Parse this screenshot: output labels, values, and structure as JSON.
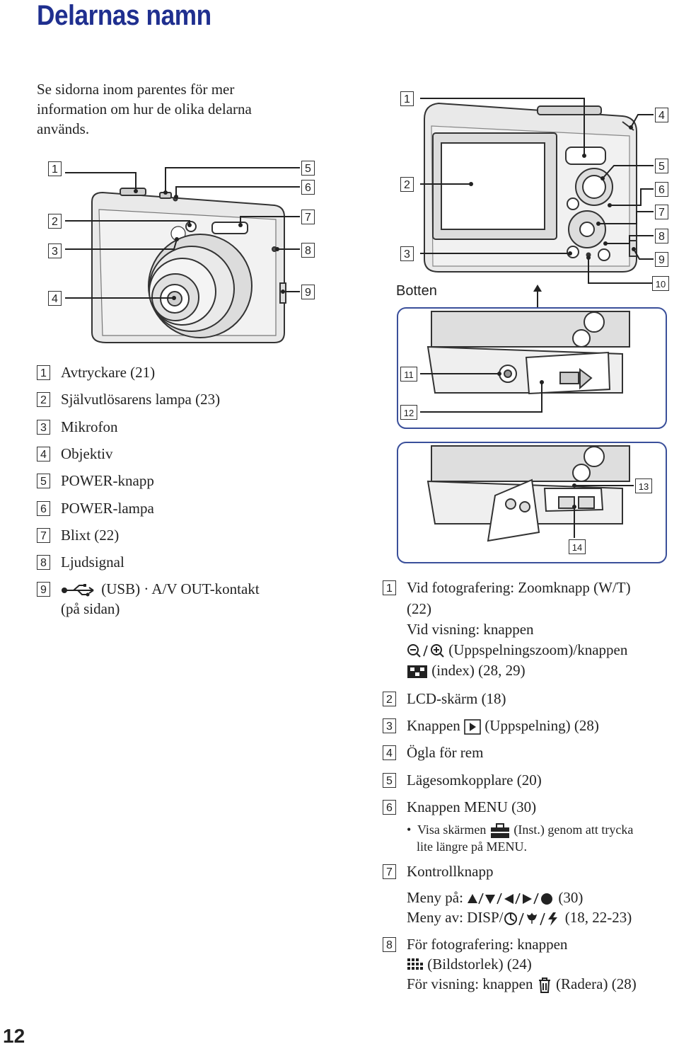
{
  "page": {
    "title": "Delarnas namn",
    "intro": "Se sidorna inom parentes för mer information om hur de olika delarna används.",
    "page_number": "12",
    "bottom_label": "Botten"
  },
  "front_callouts": [
    "1",
    "2",
    "3",
    "4",
    "5",
    "6",
    "7",
    "8",
    "9"
  ],
  "back_callouts": [
    "1",
    "2",
    "3",
    "4",
    "5",
    "6",
    "7",
    "8",
    "9",
    "10",
    "11",
    "12",
    "13",
    "14"
  ],
  "front_parts": [
    {
      "n": "1",
      "text": "Avtryckare (21)"
    },
    {
      "n": "2",
      "text": "Självutlösarens lampa (23)"
    },
    {
      "n": "3",
      "text": "Mikrofon"
    },
    {
      "n": "4",
      "text": "Objektiv"
    },
    {
      "n": "5",
      "text": "POWER-knapp"
    },
    {
      "n": "6",
      "text": "POWER-lampa"
    },
    {
      "n": "7",
      "text": "Blixt (22)"
    },
    {
      "n": "8",
      "text": "Ljudsignal"
    },
    {
      "n": "9",
      "text_a": "(USB) · A/V OUT-kontakt",
      "text_b": "(på sidan)"
    }
  ],
  "back_parts": {
    "p1": {
      "n": "1",
      "l1": "Vid fotografering: Zoomknapp (W/T)",
      "l2": "(22)",
      "l3": "Vid visning: knappen",
      "l4": "(Uppspelningszoom)/knappen",
      "l5": "(index) (28, 29)"
    },
    "p2": {
      "n": "2",
      "text": "LCD-skärm (18)"
    },
    "p3": {
      "n": "3",
      "a": "Knappen",
      "b": "(Uppspelning) (28)"
    },
    "p4": {
      "n": "4",
      "text": "Ögla för rem"
    },
    "p5": {
      "n": "5",
      "text": "Lägesomkopplare (20)"
    },
    "p6": {
      "n": "6",
      "text": "Knappen MENU (30)",
      "sub_a": "Visa skärmen",
      "sub_b": "(Inst.) genom att trycka",
      "sub_c": "lite längre på MENU."
    },
    "p7": {
      "n": "7",
      "text": "Kontrollknapp",
      "m1a": "Meny på:",
      "m1b": "(30)",
      "m2a": "Meny av: DISP/",
      "m2b": "(18, 22-23)"
    },
    "p8": {
      "n": "8",
      "l1": "För fotografering: knappen",
      "l2": "(Bildstorlek) (24)",
      "l3a": "För visning: knappen",
      "l3b": "(Radera) (28)"
    }
  }
}
